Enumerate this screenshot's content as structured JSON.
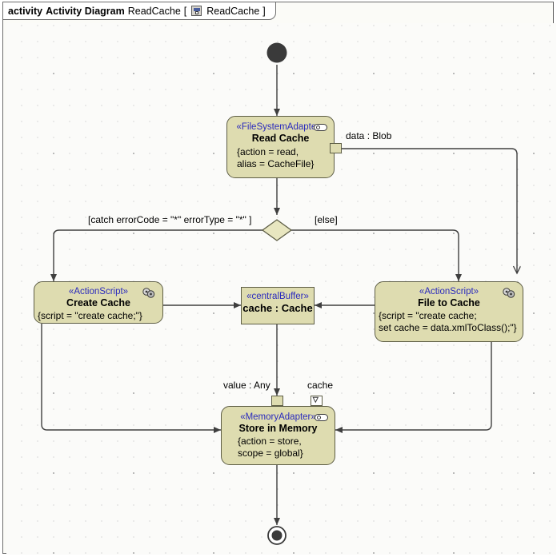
{
  "frame": {
    "keyword": "activity",
    "diagram_type": "Activity Diagram",
    "diagram_name": "ReadCache",
    "bracket_open": "[",
    "context_icon": "activity-diagram-icon",
    "context_name": "ReadCache",
    "bracket_close": "]"
  },
  "colors": {
    "node_fill": "#dedcb0",
    "node_border": "#5d5d45",
    "stereotype_text": "#2b2bbd",
    "edge": "#3f3f3f",
    "canvas": "#fbfbf9",
    "initial_node": "#3a3a3a"
  },
  "nodes": {
    "initial": {
      "label": "initial-node"
    },
    "read_cache": {
      "stereotype": "«FileSystemAdapter»",
      "name": "Read Cache",
      "body_line1": "{action = read,",
      "body_line2": "alias = CacheFile}",
      "icon": "adapter-icon"
    },
    "decision": {
      "label": "decision-node"
    },
    "create_cache": {
      "stereotype": "«ActionScript»",
      "name": "Create Cache",
      "body_line1": "{script = \"create cache;\"}",
      "icon": "script-icon"
    },
    "central_buffer": {
      "stereotype": "«centralBuffer»",
      "name": "cache : Cache"
    },
    "file_to_cache": {
      "stereotype": "«ActionScript»",
      "name": "File to Cache",
      "body_line1": "{script = \"create cache;",
      "body_line2": "set cache = data.xmlToClass();\"}",
      "icon": "script-icon"
    },
    "store_in_memory": {
      "stereotype": "«MemoryAdapter»",
      "name": "Store in Memory",
      "body_line1": "{action = store,",
      "body_line2": "scope = global}",
      "icon": "adapter-icon"
    },
    "final": {
      "label": "activity-final-node"
    }
  },
  "pins": {
    "data_blob": "data : Blob",
    "value_any": "value : Any",
    "cache": "cache"
  },
  "guards": {
    "catch": "[catch errorCode = \"*\" errorType = \"*\" ]",
    "else": "[else]"
  }
}
